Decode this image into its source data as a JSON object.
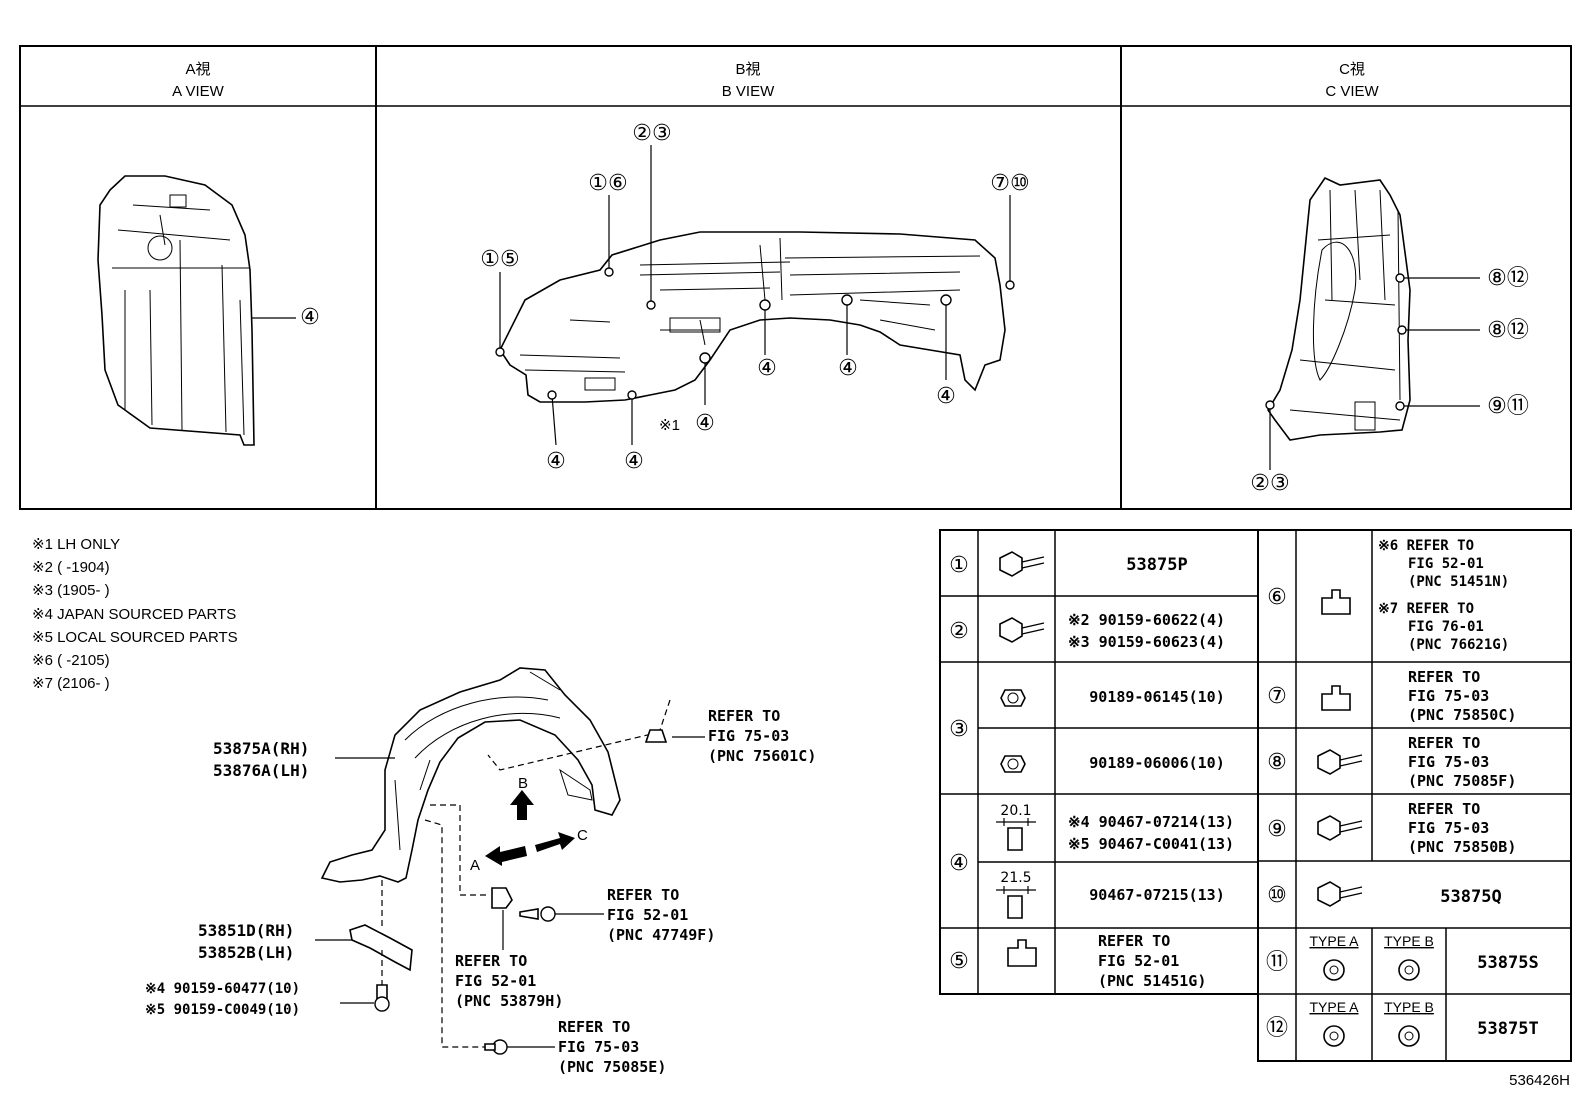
{
  "views": {
    "a": {
      "jp": "A視",
      "en": "A VIEW"
    },
    "b": {
      "jp": "B視",
      "en": "B VIEW"
    },
    "c": {
      "jp": "C視",
      "en": "C VIEW"
    }
  },
  "callouts": {
    "a_4": "④",
    "b_1_5": "①⑤",
    "b_1_6": "①⑥",
    "b_2_3": "②③",
    "b_7_10": "⑦⑩",
    "b_4a": "④",
    "b_4b": "④",
    "b_4c": "④",
    "b_4d": "④",
    "b_4e": "④",
    "b_4f": "④",
    "b_star1": "※1",
    "c_8_12a": "⑧⑫",
    "c_8_12b": "⑧⑫",
    "c_9_11": "⑨⑪",
    "c_2_3": "②③"
  },
  "notes": [
    "※1 LH ONLY",
    "※2 (       -1904)",
    "※3 (1905-       )",
    "※4 JAPAN SOURCED PARTS",
    "※5 LOCAL SOURCED PARTS",
    "※6 (       -2105)",
    "※7 (2106-       )"
  ],
  "exploded": {
    "liner_rh": "53875A(RH)",
    "liner_lh": "53876A(LH)",
    "seal_rh": "53851D(RH)",
    "seal_lh": "53852B(LH)",
    "bolt_1": "※4 90159-60477(10)",
    "bolt_2": "※5 90159-C0049(10)",
    "ref_75601C": [
      "REFER TO",
      "FIG 75-03",
      "(PNC 75601C)"
    ],
    "ref_47749F": [
      "REFER TO",
      "FIG 52-01",
      "(PNC 47749F)"
    ],
    "ref_53879H": [
      "REFER TO",
      "FIG 52-01",
      "(PNC 53879H)"
    ],
    "ref_75085E": [
      "REFER TO",
      "FIG 75-03",
      "(PNC 75085E)"
    ],
    "arrow_a": "A",
    "arrow_b": "B",
    "arrow_c": "C"
  },
  "table_left": [
    {
      "n": "①",
      "part": "53875P"
    },
    {
      "n": "②",
      "part1": "※2 90159-60622(4)",
      "part2": "※3 90159-60623(4)"
    },
    {
      "n": "③",
      "rows": [
        "90189-06145(10)",
        "90189-06006(10)"
      ]
    },
    {
      "n": "④",
      "dim1": "20.1",
      "part1": "※4 90467-07214(13)",
      "part2": "※5 90467-C0041(13)",
      "dim2": "21.5",
      "part3": "90467-07215(13)"
    },
    {
      "n": "⑤",
      "ref": [
        "REFER TO",
        "FIG 52-01",
        "(PNC 51451G)"
      ]
    }
  ],
  "table_right": [
    {
      "n": "⑥",
      "ref1": [
        "※6 REFER TO",
        "FIG 52-01",
        "(PNC 51451N)"
      ],
      "ref2": [
        "※7 REFER TO",
        "FIG 76-01",
        "(PNC 76621G)"
      ]
    },
    {
      "n": "⑦",
      "ref": [
        "REFER TO",
        "FIG 75-03",
        "(PNC 75850C)"
      ]
    },
    {
      "n": "⑧",
      "ref": [
        "REFER TO",
        "FIG 75-03",
        "(PNC 75085F)"
      ]
    },
    {
      "n": "⑨",
      "ref": [
        "REFER TO",
        "FIG 75-03",
        "(PNC 75850B)"
      ]
    },
    {
      "n": "⑩",
      "part": "53875Q"
    },
    {
      "n": "⑪",
      "type_a": "TYPE A",
      "type_b": "TYPE B",
      "part": "53875S"
    },
    {
      "n": "⑫",
      "type_a": "TYPE A",
      "type_b": "TYPE B",
      "part": "53875T"
    }
  ],
  "figure_id": "536426H"
}
